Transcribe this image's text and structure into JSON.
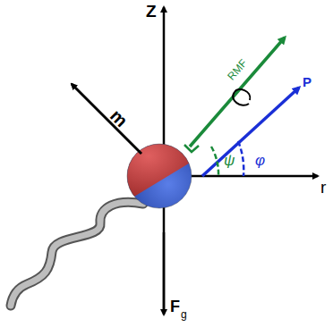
{
  "diagram": {
    "labels": [
      "Z",
      "r",
      "m",
      "RMF",
      "P",
      "ψ",
      "φ",
      "F",
      "g"
    ]
  }
}
